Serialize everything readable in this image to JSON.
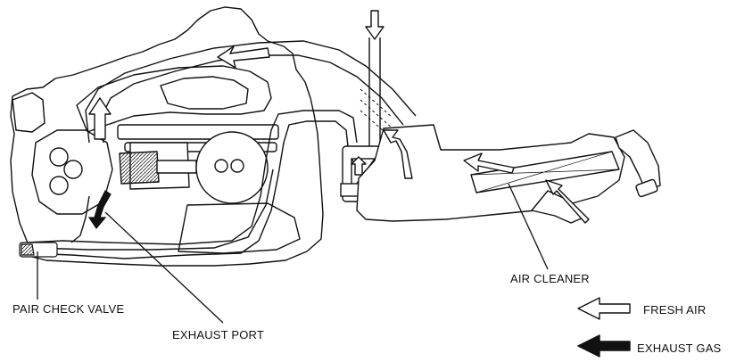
{
  "labels": {
    "pair_check_valve": "PAIR CHECK VALVE",
    "exhaust_port": "EXHAUST PORT",
    "air_cleaner": "AIR CLEANER"
  },
  "legend": {
    "fresh_air": "FRESH AIR",
    "exhaust_gas": "EXHAUST GAS"
  },
  "colors": {
    "line": "#111111",
    "fill_light": "#ffffff",
    "fill_dark": "#111111"
  }
}
